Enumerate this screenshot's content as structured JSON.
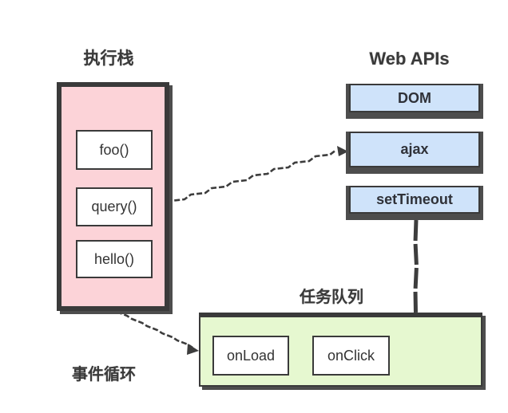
{
  "diagram": {
    "background": "#ffffff",
    "execution_stack": {
      "title": "执行栈",
      "fill": "#fcd3d8",
      "frames": [
        "foo()",
        "query()",
        "hello()"
      ]
    },
    "web_apis": {
      "title": "Web APIs",
      "fill": "#cfe3fa",
      "items": [
        "DOM",
        "ajax",
        "setTimeout"
      ]
    },
    "task_queue": {
      "title": "任务队列",
      "fill": "#e6f8d0",
      "items": [
        "onLoad",
        "onClick"
      ]
    },
    "event_loop_label": "事件循环",
    "border_color": "#3a3a3a",
    "shadow_color": "#4d4d4d",
    "connector_color": "#3d3d3d",
    "connections": [
      {
        "from": "query()",
        "to": "ajax",
        "style": "dashed-zigzag-arrow"
      },
      {
        "from": "执行栈",
        "to": "任务队列",
        "style": "dashed-zigzag-arrow"
      },
      {
        "from": "setTimeout",
        "to": "任务队列",
        "style": "thick-line"
      }
    ]
  }
}
